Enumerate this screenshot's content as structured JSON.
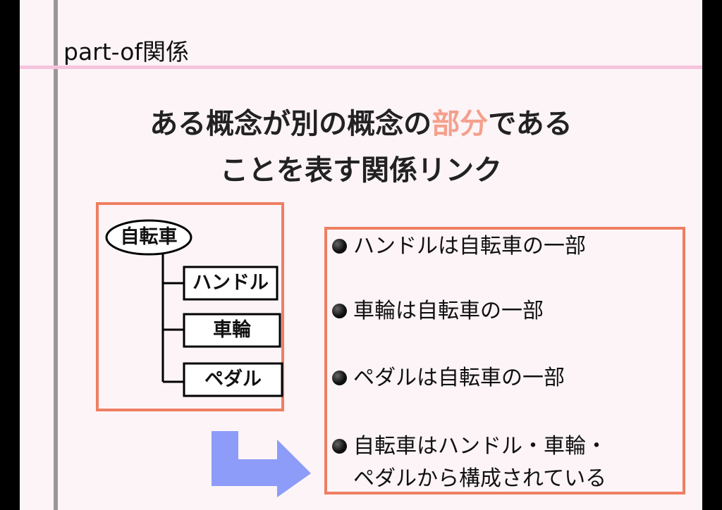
{
  "title": "part-of関係",
  "headline": {
    "line1_pre": "ある概念が別の概念の",
    "line1_highlight": "部分",
    "line1_post": "である",
    "line2": "ことを表す関係リンク"
  },
  "diagram": {
    "root": "自転車",
    "children": [
      "ハンドル",
      "車輪",
      "ペダル"
    ]
  },
  "bullets": [
    {
      "text": "ハンドルは自転車の一部"
    },
    {
      "text": "車輪は自転車の一部"
    },
    {
      "text": "ペダルは自転車の一部"
    },
    {
      "text": "自転車はハンドル・車輪・",
      "text2": "ペダルから構成されている"
    }
  ],
  "colors": {
    "accent_border": "#ee7f62",
    "highlight_text": "#f4a08c",
    "arrow": "#8c9cf8",
    "header_rule": "#f6c4dc"
  }
}
